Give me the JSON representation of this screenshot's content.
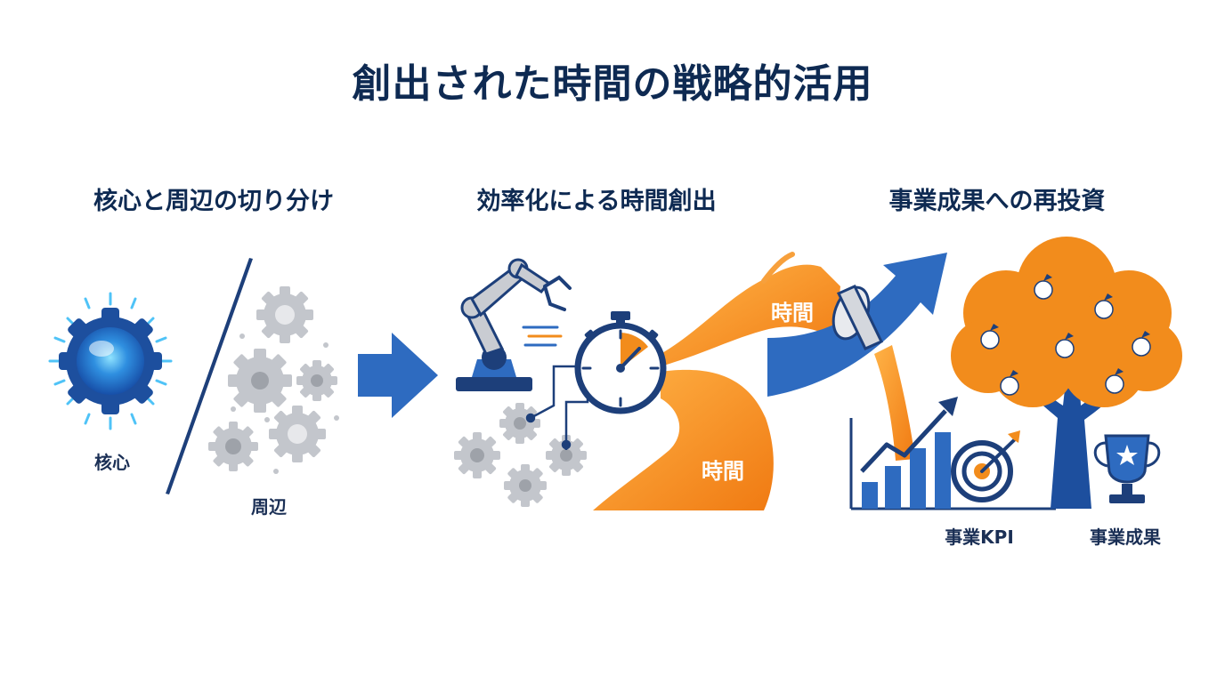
{
  "title": "創出された時間の戦略的活用",
  "sections": [
    {
      "title": "核心と周辺の切り分け",
      "labels": {
        "core": "核心",
        "periphery": "周辺"
      }
    },
    {
      "title": "効率化による時間創出",
      "labels": {
        "time_upper": "時間",
        "time_lower": "時間"
      }
    },
    {
      "title": "事業成果への再投資",
      "labels": {
        "kpi": "事業KPI",
        "results": "事業成果"
      }
    }
  ],
  "colors": {
    "navy": "#0e2a52",
    "blue": "#2e6bc0",
    "light_blue": "#4fc3f7",
    "orange": "#f28c1c",
    "gray": "#b9bcc2"
  }
}
